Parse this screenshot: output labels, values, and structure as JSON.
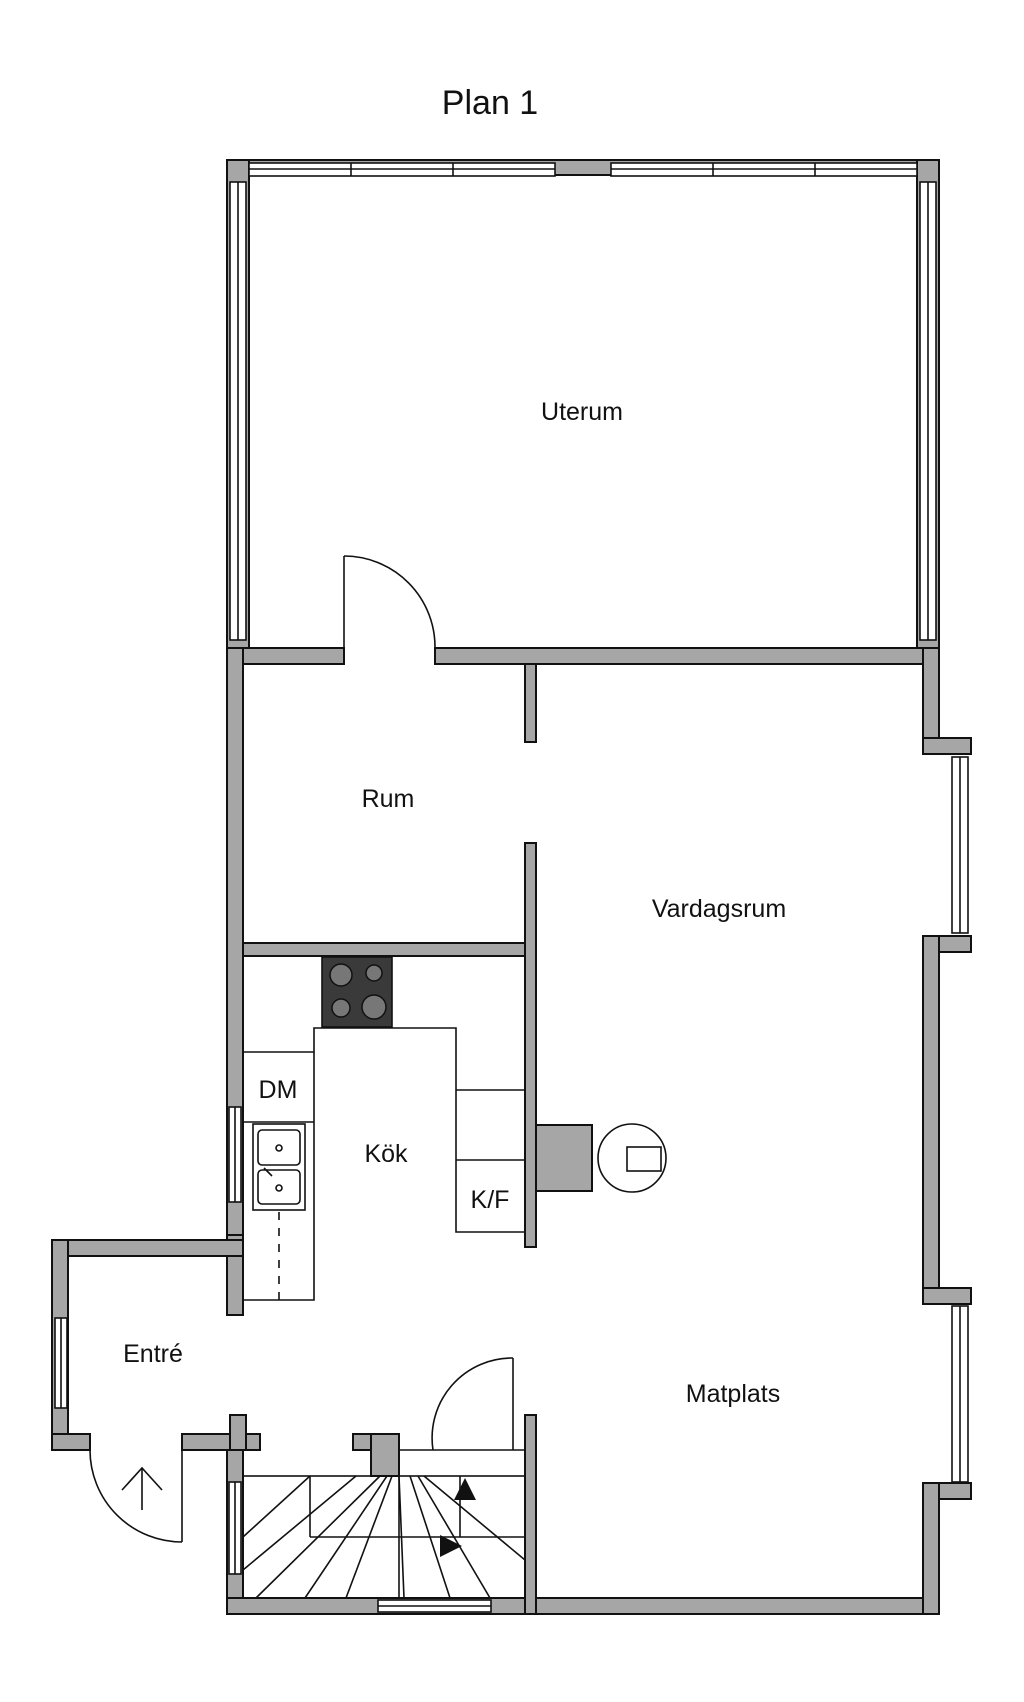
{
  "title": "Plan 1",
  "rooms": {
    "uterum": "Uterum",
    "rum": "Rum",
    "vardagsrum": "Vardagsrum",
    "kok": "Kök",
    "entre": "Entré",
    "matplats": "Matplats"
  },
  "fixtures": {
    "dishwasher": "DM",
    "fridge_freezer": "K/F"
  },
  "icons": {
    "stove": "stove-icon",
    "sink": "double-sink-icon",
    "fireplace": "fireplace-icon",
    "entry_arrow": "arrow-up-icon",
    "stair_arrows": "stair-direction-icon"
  },
  "colors": {
    "wall_fill": "#a6a6a6",
    "line": "#111111",
    "background": "#ffffff",
    "stove": "#3a3a3a"
  }
}
